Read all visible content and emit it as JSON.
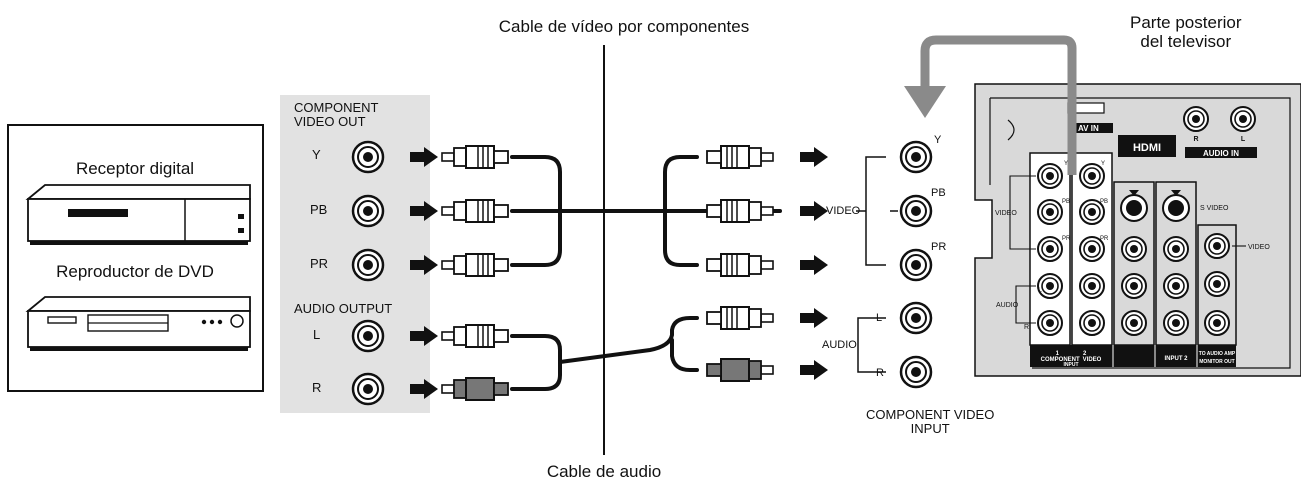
{
  "labels": {
    "cable_video": "Cable de vídeo por componentes",
    "cable_audio": "Cable de audio",
    "tv_back": "Parte posterior\ndel televisor",
    "receiver": "Receptor digital",
    "dvd": "Reproductor de DVD",
    "component_video_out": "COMPONENT\nVIDEO OUT",
    "audio_output": "AUDIO OUTPUT",
    "component_video_input": "COMPONENT VIDEO\nINPUT",
    "video": "VIDEO",
    "audio": "AUDIO"
  },
  "source_jacks": [
    {
      "label": "Y"
    },
    {
      "label": "PB"
    },
    {
      "label": "PR"
    },
    {
      "label": "L"
    },
    {
      "label": "R"
    }
  ],
  "input_jacks": [
    {
      "label": "Y"
    },
    {
      "label": "PB"
    },
    {
      "label": "PR"
    },
    {
      "label": "L"
    },
    {
      "label": "R"
    }
  ],
  "tv_panel": {
    "av_in": "AV IN",
    "hdmi": "HDMI",
    "audio_in": "AUDIO IN",
    "audio_r": "R",
    "audio_l": "L",
    "video": "VIDEO",
    "audio": "AUDIO",
    "s_video": "S VIDEO",
    "video_right": "VIDEO",
    "col1_num": "1",
    "col1_label": "COMPONENT",
    "col2_num": "2",
    "col2_label": "VIDEO",
    "input_label": "INPUT",
    "input2": "INPUT 2",
    "audio_amp": "TO AUDIO AMP",
    "monitor_out": "MONITOR OUT",
    "jack_L": "L",
    "jack_R": "R",
    "y1": "Y",
    "y2": "Y",
    "pb1": "PB",
    "pb2": "PB",
    "pr1": "PR",
    "pr2": "PR"
  }
}
